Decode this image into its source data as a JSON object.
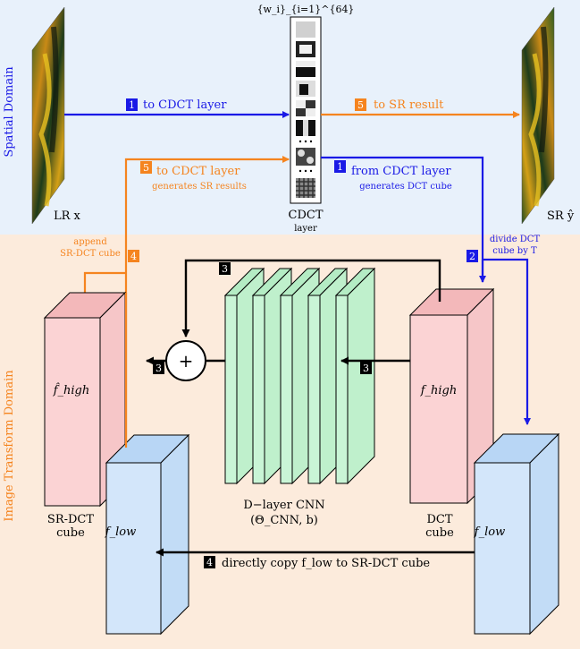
{
  "colors": {
    "spatial_bg": "#e8f1fb",
    "transform_bg": "#fcebdc",
    "blue": "#1a1ae6",
    "orange": "#f5841f",
    "black": "#000000",
    "pink": "#fbcfd0",
    "green": "#c9f5d6",
    "lightblue": "#cfe3f8"
  },
  "domains": {
    "spatial": "Spatial Domain",
    "transform": "Image Transform Domain"
  },
  "images": {
    "lr_label": "LR x",
    "sr_label": "SR ŷ"
  },
  "cdct": {
    "weights_label": "{w_i}_{i=1}^{64}",
    "title": "CDCT",
    "subtitle": "layer"
  },
  "steps": {
    "s1_to": {
      "num": "1",
      "text": "to CDCT layer"
    },
    "s1_from": {
      "num": "1",
      "text": "from CDCT layer",
      "sub": "generates DCT cube"
    },
    "s2": {
      "num": "2",
      "text1": "divide DCT",
      "text2": "cube by T"
    },
    "s3": {
      "num": "3"
    },
    "s4_append": {
      "num": "4",
      "text1": "append",
      "text2": "SR-DCT cube"
    },
    "s4_copy": {
      "num": "4",
      "text": "directly copy f_low to SR-DCT cube"
    },
    "s5_to_sr": {
      "num": "5",
      "text": "to SR result"
    },
    "s5_to_cdct": {
      "num": "5",
      "text": "to CDCT layer",
      "sub": "generates SR results"
    }
  },
  "cubes": {
    "sr_dct": {
      "label1": "SR-DCT",
      "label2": "cube",
      "high": "f̂_high",
      "low": "f_low"
    },
    "dct": {
      "label1": "DCT",
      "label2": "cube",
      "high": "f_high",
      "low": "f_low"
    }
  },
  "cnn": {
    "label1": "D−layer CNN",
    "label2": "(Θ_CNN, b)"
  },
  "plus": "+"
}
